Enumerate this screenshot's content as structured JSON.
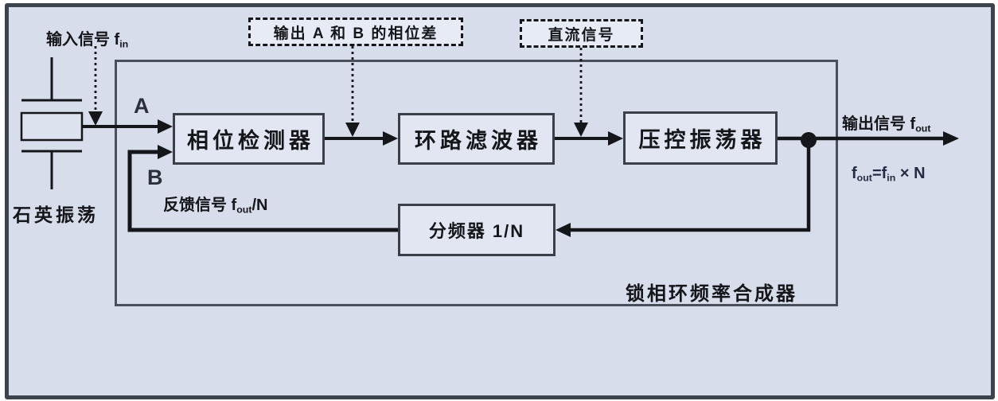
{
  "colors": {
    "page_background": "#ffffff",
    "diagram_background": "#d8ddeb",
    "block_fill": "#e1e6f2",
    "callout_fill": "#e7ebf6",
    "line": "#14161a",
    "frame_border": "#3d434c",
    "panel_border": "#4a505b",
    "formula_text": "#232c44"
  },
  "diagram": {
    "system_label": "锁相环频率合成器",
    "crystal_label": "石英振荡",
    "port_a": "A",
    "port_b": "B",
    "input_label": {
      "text": "输入信号 f",
      "sub": "in"
    },
    "output_label": {
      "text": "输出信号 f",
      "sub": "out"
    },
    "feedback_label": {
      "text": "反馈信号 f",
      "sub": "out",
      "suffix": "/N"
    },
    "formula": {
      "p1": "f",
      "s1": "out",
      "p2": "=f",
      "s2": "in",
      "p3": " × N"
    },
    "blocks": {
      "phase_detector": "相位检测器",
      "loop_filter": "环路滤波器",
      "vco": "压控振荡器",
      "divider": "分频器 1/N"
    },
    "callouts": {
      "phase_difference": "输出 A 和 B 的相位差",
      "dc_signal": "直流信号"
    }
  }
}
